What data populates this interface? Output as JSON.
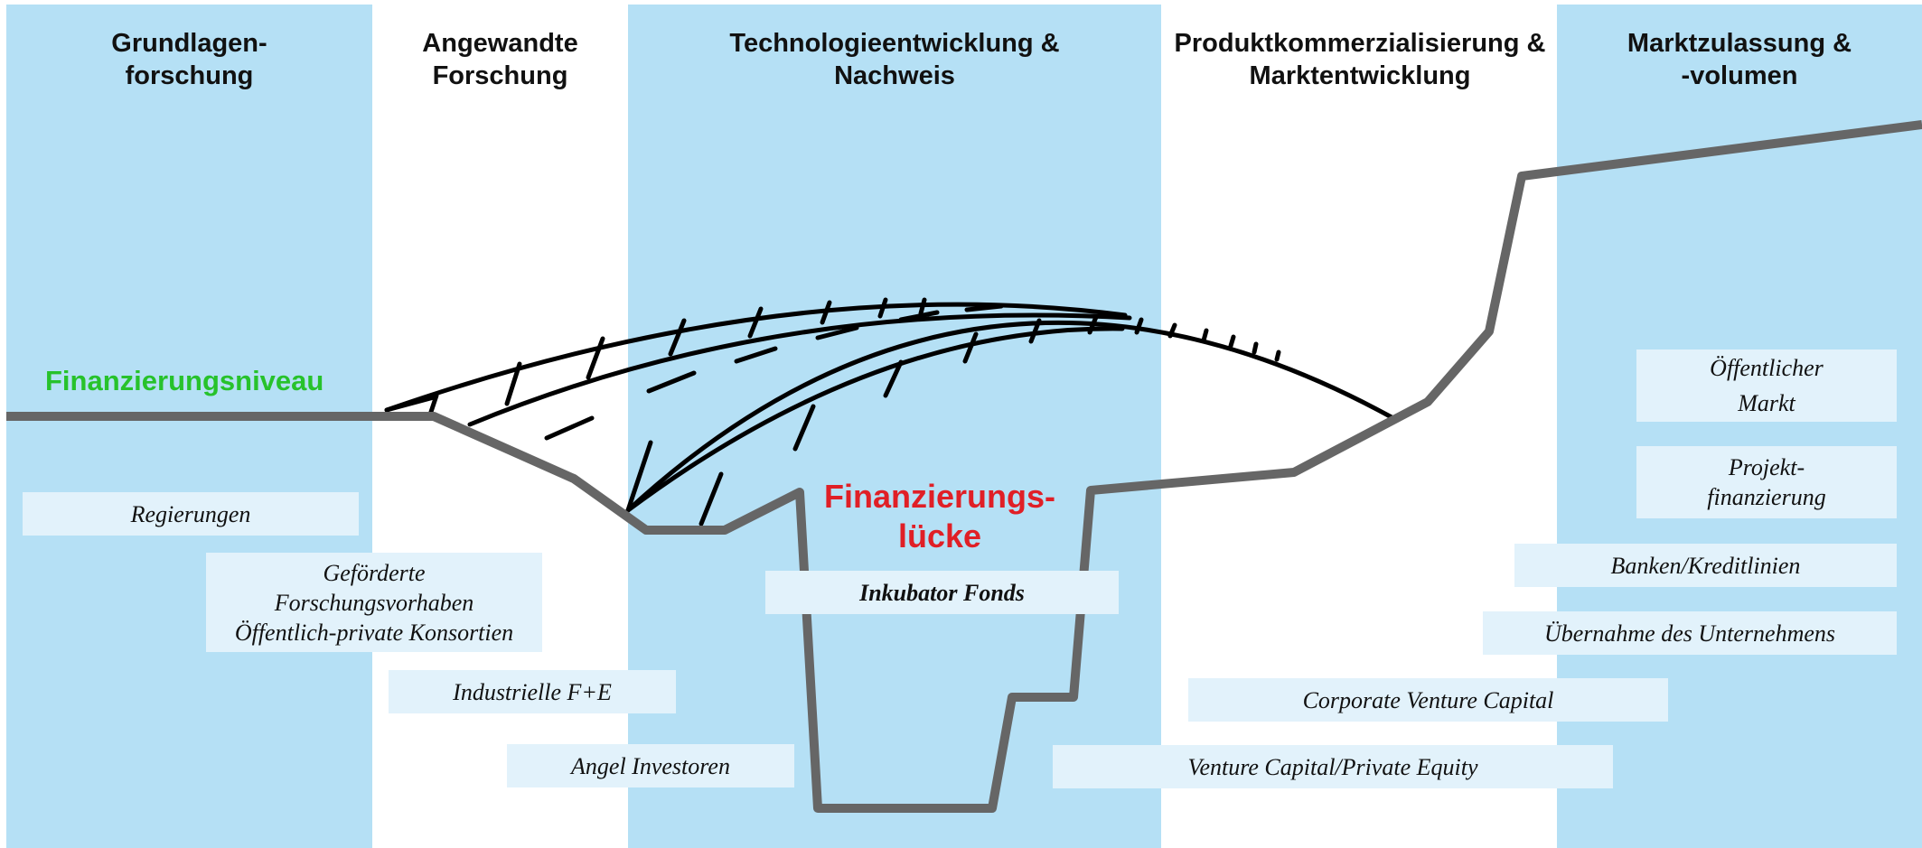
{
  "phases": [
    {
      "id": "phase-1",
      "label": "Grundlagen-\nforschung"
    },
    {
      "id": "phase-2",
      "label": "Angewandte\nForschung"
    },
    {
      "id": "phase-3",
      "label": "Technologieentwicklung &\nNachweis"
    },
    {
      "id": "phase-4",
      "label": "Produktkommerzialisierung &\nMarktentwicklung"
    },
    {
      "id": "phase-5",
      "label": "Marktzulassung &\n-volumen"
    }
  ],
  "labels": {
    "funding_level": "Finanzierungsniveau",
    "funding_gap": "Finanzierungs-\nlücke"
  },
  "colors": {
    "band": "#b5e0f5",
    "source_box": "#e2f2fb",
    "funding_curve": "#666666",
    "bridge": "#000000",
    "funding_level_text": "#27c22b",
    "funding_gap_text": "#e01f26"
  },
  "funding_sources": [
    {
      "id": "regierungen",
      "label": "Regierungen"
    },
    {
      "id": "gefoerderte",
      "label": "Geförderte\nForschungsvorhaben\nÖffentlich-private Konsortien"
    },
    {
      "id": "industrielle",
      "label": "Industrielle F+E"
    },
    {
      "id": "angel",
      "label": "Angel Investoren"
    },
    {
      "id": "inkubator",
      "label": "Inkubator Fonds"
    },
    {
      "id": "corporate-vc",
      "label": "Corporate Venture Capital"
    },
    {
      "id": "vc-pe",
      "label": "Venture Capital/Private Equity"
    },
    {
      "id": "oeffentlicher-markt",
      "label": "Öffentlicher\nMarkt"
    },
    {
      "id": "projektfinanzierung",
      "label": "Projekt-\nfinanzierung"
    },
    {
      "id": "banken",
      "label": "Banken/Kreditlinien"
    },
    {
      "id": "uebernahme",
      "label": "Übernahme des Unternehmens"
    }
  ]
}
